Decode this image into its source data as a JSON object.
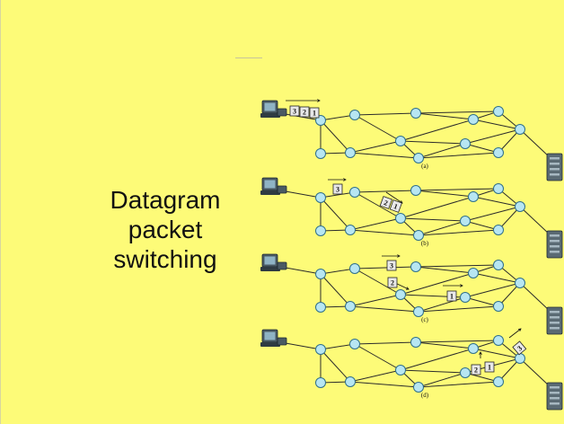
{
  "slide": {
    "title": "Datagram\npacket\nswitching"
  },
  "panels": [
    {
      "caption": "(a)",
      "packets": [
        "3",
        "2",
        "1"
      ]
    },
    {
      "caption": "(b)",
      "packets": [
        "3",
        "2",
        "1"
      ]
    },
    {
      "caption": "(c)",
      "packets": [
        "3",
        "2",
        "1"
      ]
    },
    {
      "caption": "(d)",
      "packets": [
        "3",
        "2",
        "1"
      ]
    }
  ],
  "colors": {
    "background": "#fdfb78",
    "node_fill": "#b7e6f2"
  }
}
